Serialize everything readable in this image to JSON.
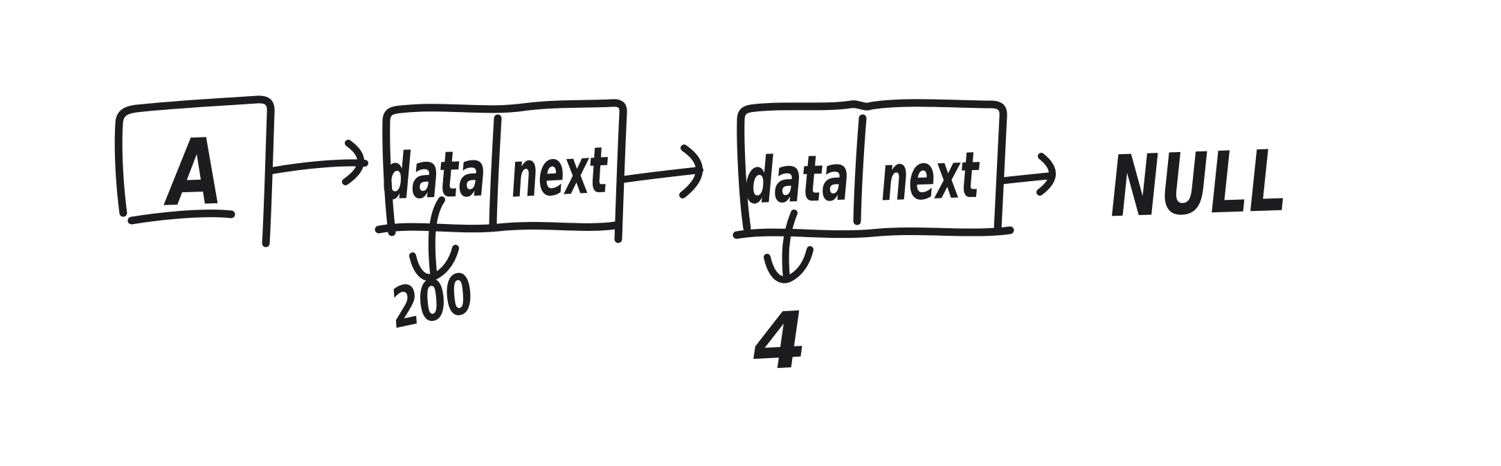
{
  "diagram": {
    "background": "#ffffff",
    "ink": "#1d1d20",
    "head": {
      "label": "A"
    },
    "nodes": [
      {
        "data_label": "data",
        "next_label": "next",
        "value": "200"
      },
      {
        "data_label": "data",
        "next_label": "next",
        "value": "4"
      }
    ],
    "terminator": {
      "label": "NULL"
    }
  }
}
